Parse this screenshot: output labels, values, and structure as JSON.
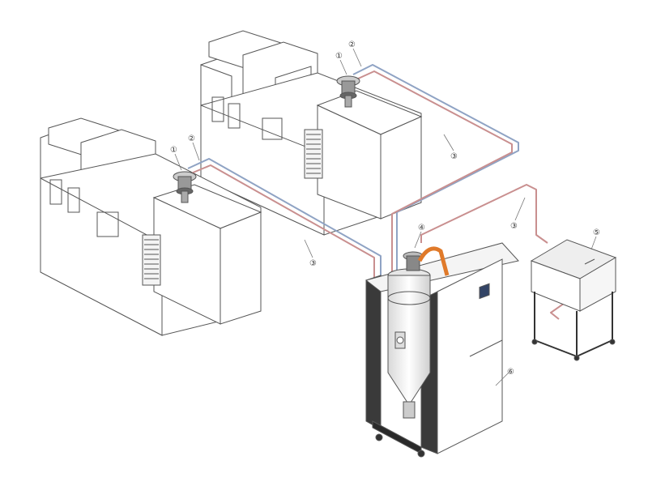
{
  "diagram": {
    "callouts": [
      {
        "id": "c1a",
        "label": "①"
      },
      {
        "id": "c2a",
        "label": "②"
      },
      {
        "id": "c1b",
        "label": "①"
      },
      {
        "id": "c2b",
        "label": "②"
      },
      {
        "id": "c3a",
        "label": "③"
      },
      {
        "id": "c3b",
        "label": "③"
      },
      {
        "id": "c3c",
        "label": "③"
      },
      {
        "id": "c4",
        "label": "④"
      },
      {
        "id": "c5",
        "label": "⑤"
      },
      {
        "id": "c6",
        "label": "⑥"
      }
    ]
  },
  "colors": {
    "line": "#555555",
    "pipe_blue": "#8fa3c4",
    "pipe_red": "#c98f8f",
    "accent_orange": "#e07a2a",
    "dark_panel": "#3a3a3a"
  }
}
